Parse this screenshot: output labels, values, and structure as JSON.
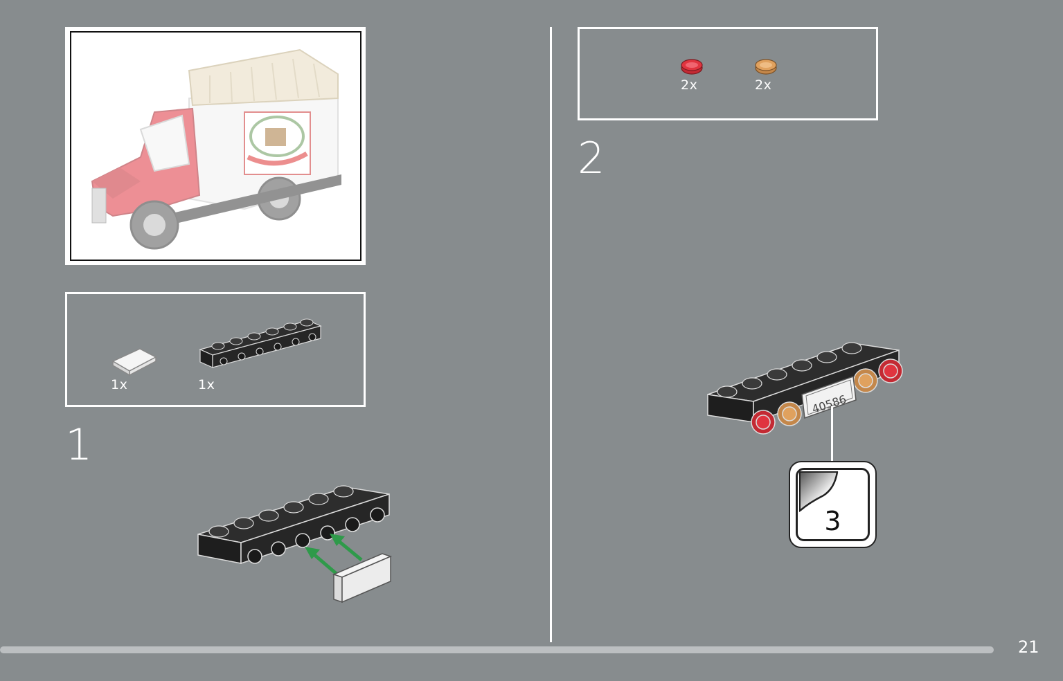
{
  "preview": {
    "icon": "red-white-delivery-truck"
  },
  "step1": {
    "number": "1",
    "parts": [
      {
        "icon": "white-tile-1x2",
        "quantity": "1x"
      },
      {
        "icon": "black-plate-1x6-side-studs",
        "quantity": "1x"
      }
    ]
  },
  "step2": {
    "number": "2",
    "parts": [
      {
        "icon": "red-round-tile",
        "quantity": "2x"
      },
      {
        "icon": "tan-round-tile",
        "quantity": "2x"
      }
    ],
    "plate_text": "40586",
    "sticker_number": "3"
  },
  "page": {
    "number": "21"
  },
  "colors": {
    "background": "#878c8e",
    "lego_red": "#e0343f",
    "lego_tan": "#e0a15e",
    "lego_black": "#2b2b2b",
    "arrow_green": "#2f9a4a"
  }
}
